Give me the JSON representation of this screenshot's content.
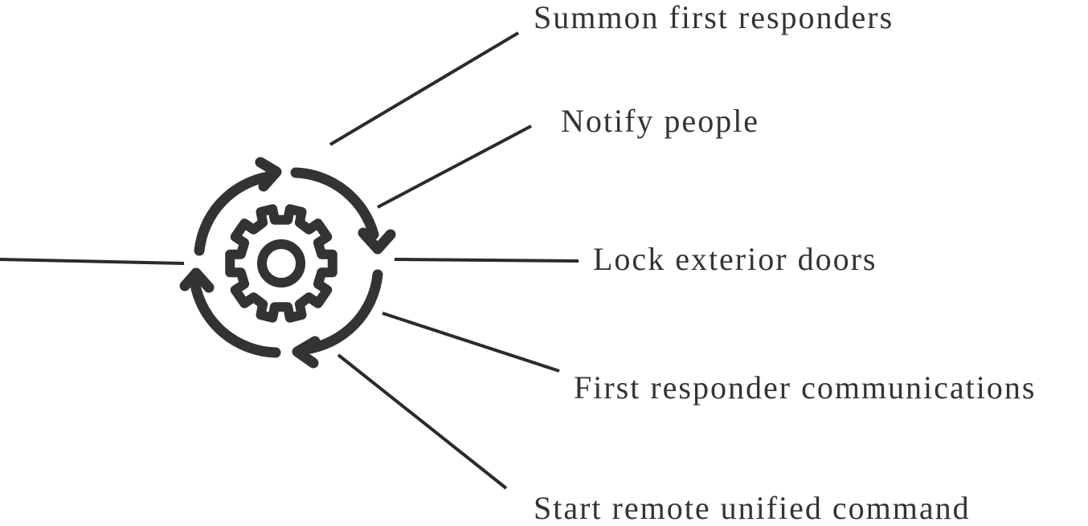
{
  "diagram": {
    "center_icon": "gear-with-cycle-arrows-icon",
    "colors": {
      "ink": "#333333",
      "connector": "#2b2b2b",
      "background": "#ffffff"
    },
    "labels": [
      "Summon first responders",
      "Notify people",
      "Lock exterior doors",
      "First responder communications",
      "Start remote unified command"
    ]
  }
}
